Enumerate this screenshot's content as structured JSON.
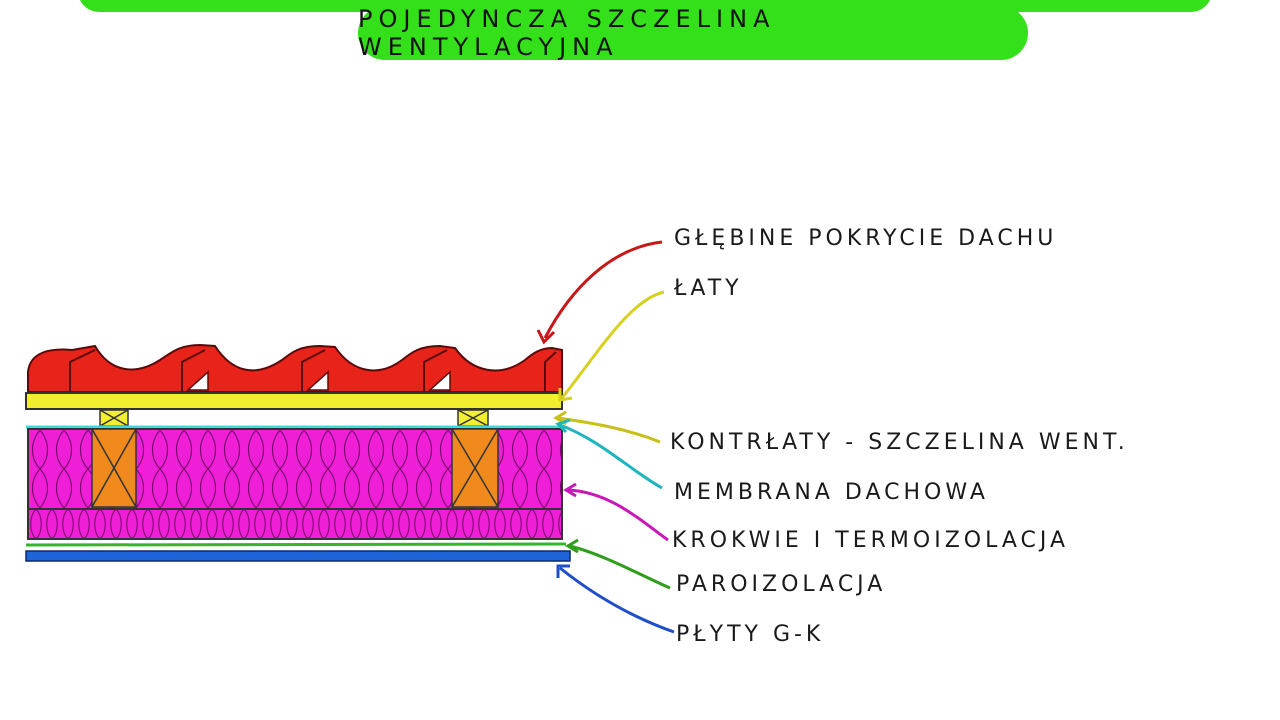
{
  "title": "Pojedyncza szczelina wentylacyjna",
  "labels": [
    {
      "id": "roof-covering",
      "text": "Głębine pokrycie dachu",
      "color": "#d32020"
    },
    {
      "id": "battens",
      "text": "Łaty",
      "color": "#e8e02a"
    },
    {
      "id": "counter-battens",
      "text": "Kontrłaty - szczelina went.",
      "color": "#d6d020"
    },
    {
      "id": "roof-membrane",
      "text": "Membrana dachowa",
      "color": "#25c9c9"
    },
    {
      "id": "rafters-insulation",
      "text": "Krokwie i termoizolacja",
      "color": "#c818b8"
    },
    {
      "id": "vapor-barrier",
      "text": "Paroizolacja",
      "color": "#2f9e1a"
    },
    {
      "id": "gypsum-boards",
      "text": "Płyty G-K",
      "color": "#1f4fc8"
    }
  ],
  "colors": {
    "accent_green": "#33e019",
    "tile_red": "#e8231a",
    "batten_yellow": "#f2f02e",
    "insulation_magenta": "#ee1fd6",
    "rafter_orange": "#f08a1c",
    "membrane_cyan": "#3fd8e0",
    "board_blue": "#1f63d8"
  }
}
